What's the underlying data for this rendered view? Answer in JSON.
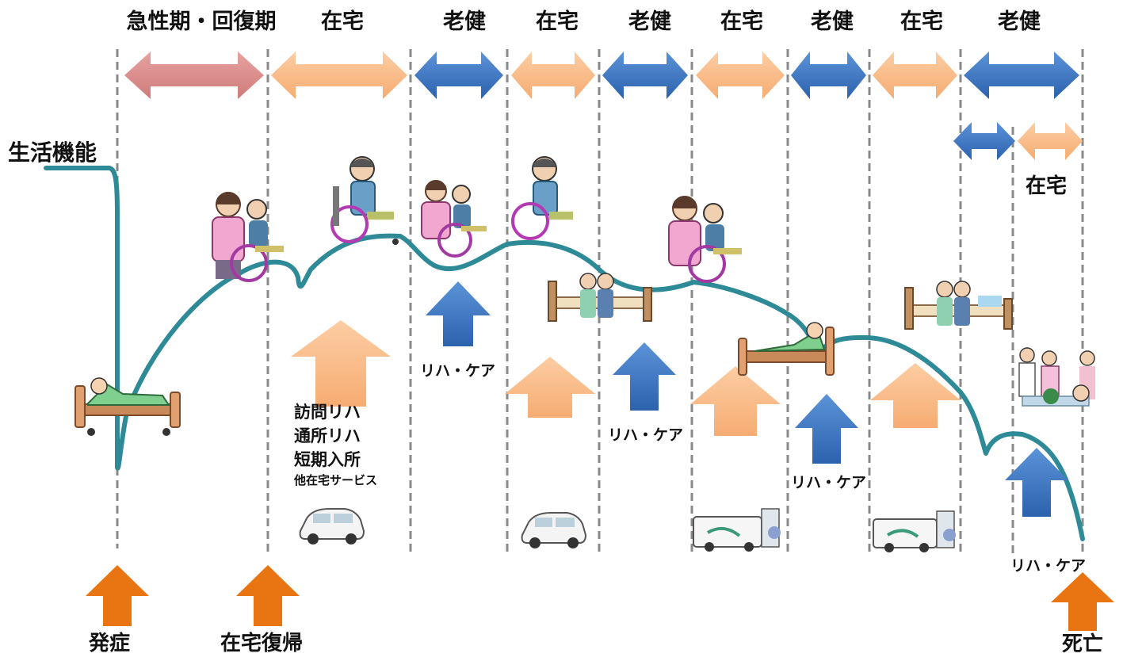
{
  "phases": [
    {
      "label": "急性期・回復期",
      "type": "acute"
    },
    {
      "label": "在宅",
      "type": "home"
    },
    {
      "label": "老健",
      "type": "facility"
    },
    {
      "label": "在宅",
      "type": "home"
    },
    {
      "label": "老健",
      "type": "facility"
    },
    {
      "label": "在宅",
      "type": "home"
    },
    {
      "label": "老健",
      "type": "facility"
    },
    {
      "label": "在宅",
      "type": "home"
    },
    {
      "label": "老健",
      "type": "facility"
    }
  ],
  "final_split": {
    "home_label": "在宅"
  },
  "y_axis_label": "生活機能",
  "rehab_care_label": "リハ・ケア",
  "home_services": [
    "訪問リハ",
    "通所リハ",
    "短期入所",
    "他在宅サービス"
  ],
  "events": {
    "onset": "発症",
    "return_home": "在宅復帰",
    "death": "死亡"
  },
  "colors": {
    "acute_arrow": "#d98c8c",
    "home_arrow": "#f9bd8b",
    "facility_arrow": "#3f78c2",
    "event_arrow": "#e87511",
    "function_curve": "#2e8a97",
    "divider": "#888888"
  },
  "icons": {
    "patient_in_bed": "bed-patient-icon",
    "caregiver_with_wheelchair": "caregiver-wheelchair-icon",
    "wheelchair_user": "wheelchair-user-icon",
    "two_people_on_bed": "bed-pair-icon",
    "family_around_bed": "family-bedside-icon",
    "car": "car-icon",
    "care_van": "care-van-icon"
  }
}
